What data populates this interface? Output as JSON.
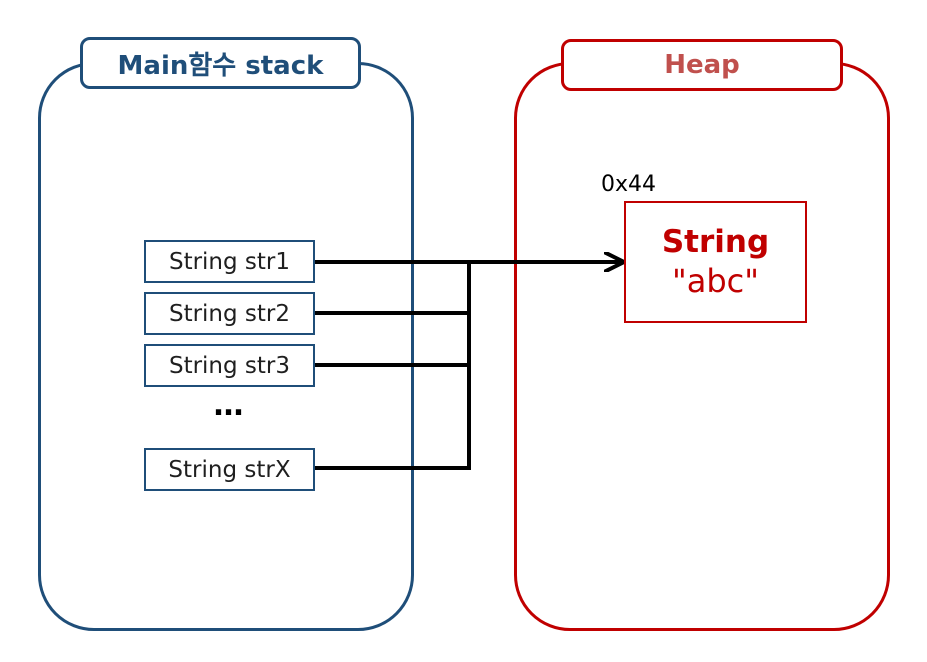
{
  "stack": {
    "title": "Main함수 stack",
    "variables": [
      "String str1",
      "String str2",
      "String str3",
      "String strX"
    ],
    "ellipsis": "…"
  },
  "heap": {
    "title": "Heap",
    "object": {
      "address": "0x44",
      "type": "String",
      "value": "\"abc\""
    }
  },
  "colors": {
    "stack_border": "#1f4e79",
    "heap_border": "#c00000",
    "heap_title": "#c0504d",
    "arrow": "#000000"
  }
}
